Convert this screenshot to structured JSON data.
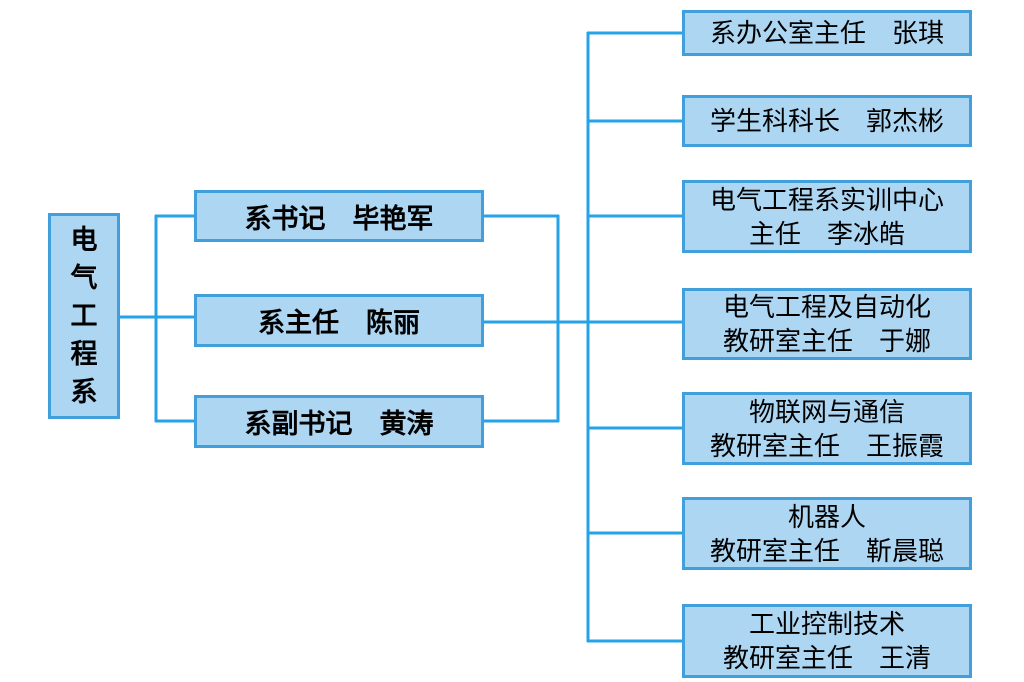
{
  "colors": {
    "box_fill": "#ADD6F2",
    "box_border": "#41A0DC",
    "connector": "#25A3E9",
    "text": "#000000"
  },
  "org": {
    "root": {
      "label": "电气工程系"
    },
    "middle": [
      {
        "label": "系书记　毕艳军"
      },
      {
        "label": "系主任　陈丽"
      },
      {
        "label": "系副书记　黄涛"
      }
    ],
    "leaves": [
      {
        "lines": [
          "系办公室主任　张琪"
        ]
      },
      {
        "lines": [
          "学生科科长　郭杰彬"
        ]
      },
      {
        "lines": [
          "电气工程系实训中心",
          "主任　李冰皓"
        ]
      },
      {
        "lines": [
          "电气工程及自动化",
          "教研室主任　于娜"
        ]
      },
      {
        "lines": [
          "物联网与通信",
          "教研室主任　王振霞"
        ]
      },
      {
        "lines": [
          "机器人",
          "教研室主任　靳晨聪"
        ]
      },
      {
        "lines": [
          "工业控制技术",
          "教研室主任　王清"
        ]
      }
    ]
  }
}
